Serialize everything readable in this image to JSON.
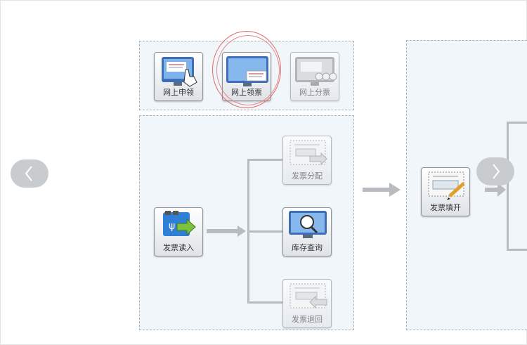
{
  "top_group": {
    "items": [
      {
        "label": "网上申领"
      },
      {
        "label": "网上领票"
      },
      {
        "label": "网上分票"
      }
    ]
  },
  "flow": {
    "read_label": "发票读入",
    "branches": [
      {
        "label": "发票分配"
      },
      {
        "label": "库存查询"
      },
      {
        "label": "发票退回"
      }
    ],
    "fill_label": "发票填开"
  },
  "nav": {
    "prev_icon": "chevron-left-icon",
    "next_icon": "chevron-right-icon"
  },
  "colors": {
    "panel_bg": "#f1f6fb",
    "highlight_circle": "#e06a6a",
    "connector": "#b8bcc0"
  }
}
